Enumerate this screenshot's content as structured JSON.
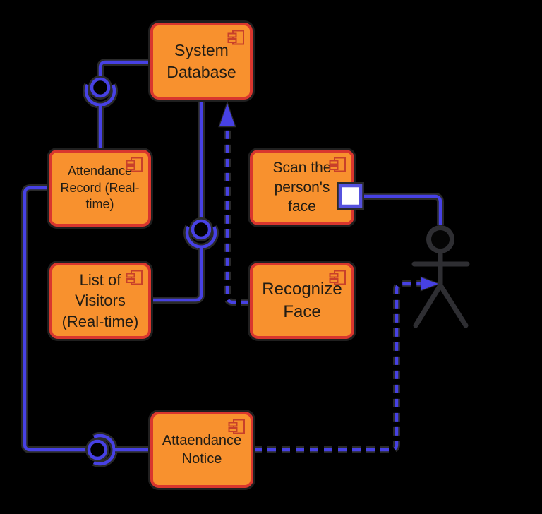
{
  "colors": {
    "background": "#000000",
    "box_fill": "#F8912E",
    "box_border": "#D9362E",
    "box_text": "#211C14",
    "line": "#4741E4",
    "halo": "#2A2A2A",
    "actor": "#2E2E32",
    "port_fill": "#FFFFFF",
    "port_border": "#5652DE",
    "icon": "#C8402A"
  },
  "components": {
    "system_database": {
      "label": "System Database",
      "icon": "component-icon"
    },
    "attendance_record": {
      "label": "Attendance Record (Real-time)",
      "icon": "component-icon"
    },
    "list_of_visitors": {
      "label": "List of Visitors (Real-time)",
      "icon": "component-icon"
    },
    "scan_face": {
      "label": "Scan the person's face",
      "icon": "component-icon"
    },
    "recognize_face": {
      "label": "Recognize Face",
      "icon": "component-icon"
    },
    "attendance_notice": {
      "label": "Attaendance Notice",
      "icon": "component-icon"
    }
  },
  "actor": {
    "shape": "stick-figure"
  },
  "edges": [
    {
      "from": "System Database",
      "to": "Attendance Record (Real-time)",
      "style": "solid",
      "connector": "ball-and-socket"
    },
    {
      "from": "System Database",
      "to": "List of Visitors (Real-time)",
      "style": "solid",
      "connector": "ball-and-socket"
    },
    {
      "from": "Recognize Face",
      "to": "System Database",
      "style": "dashed-arrow"
    },
    {
      "from": "Scan the person's face",
      "to": "actor",
      "style": "solid",
      "connector": "port"
    },
    {
      "from": "Attaendance Notice",
      "to": "actor",
      "style": "dashed-arrow"
    },
    {
      "from": "Attendance Record (Real-time)",
      "to": "Attaendance Notice",
      "style": "solid",
      "connector": "ball-and-socket"
    }
  ]
}
